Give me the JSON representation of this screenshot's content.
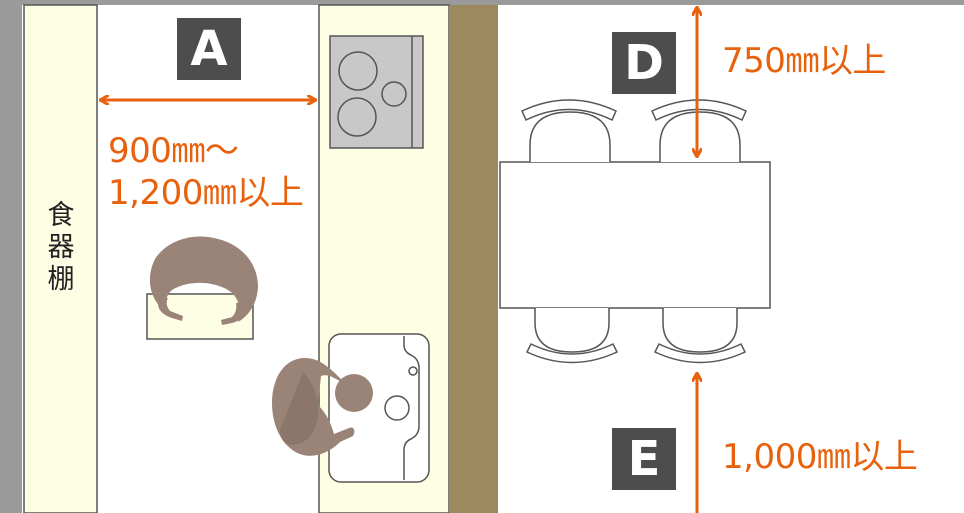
{
  "labels": {
    "a_badge": "A",
    "d_badge": "D",
    "e_badge": "E",
    "a_dim_line1": "900㎜～",
    "a_dim_line2": "1,200㎜以上",
    "d_dim": "750㎜以上",
    "e_dim": "1,000㎜以上"
  },
  "shelf_chars": [
    "食",
    "器",
    "棚"
  ],
  "colors": {
    "accent": "#e8620e",
    "badge": "#4d4d4d",
    "counter": "#fefee4",
    "wall": "#9c8a5e",
    "person": "#9a8478",
    "stove": "#c8c8c8",
    "border": "#9a9a9a"
  }
}
